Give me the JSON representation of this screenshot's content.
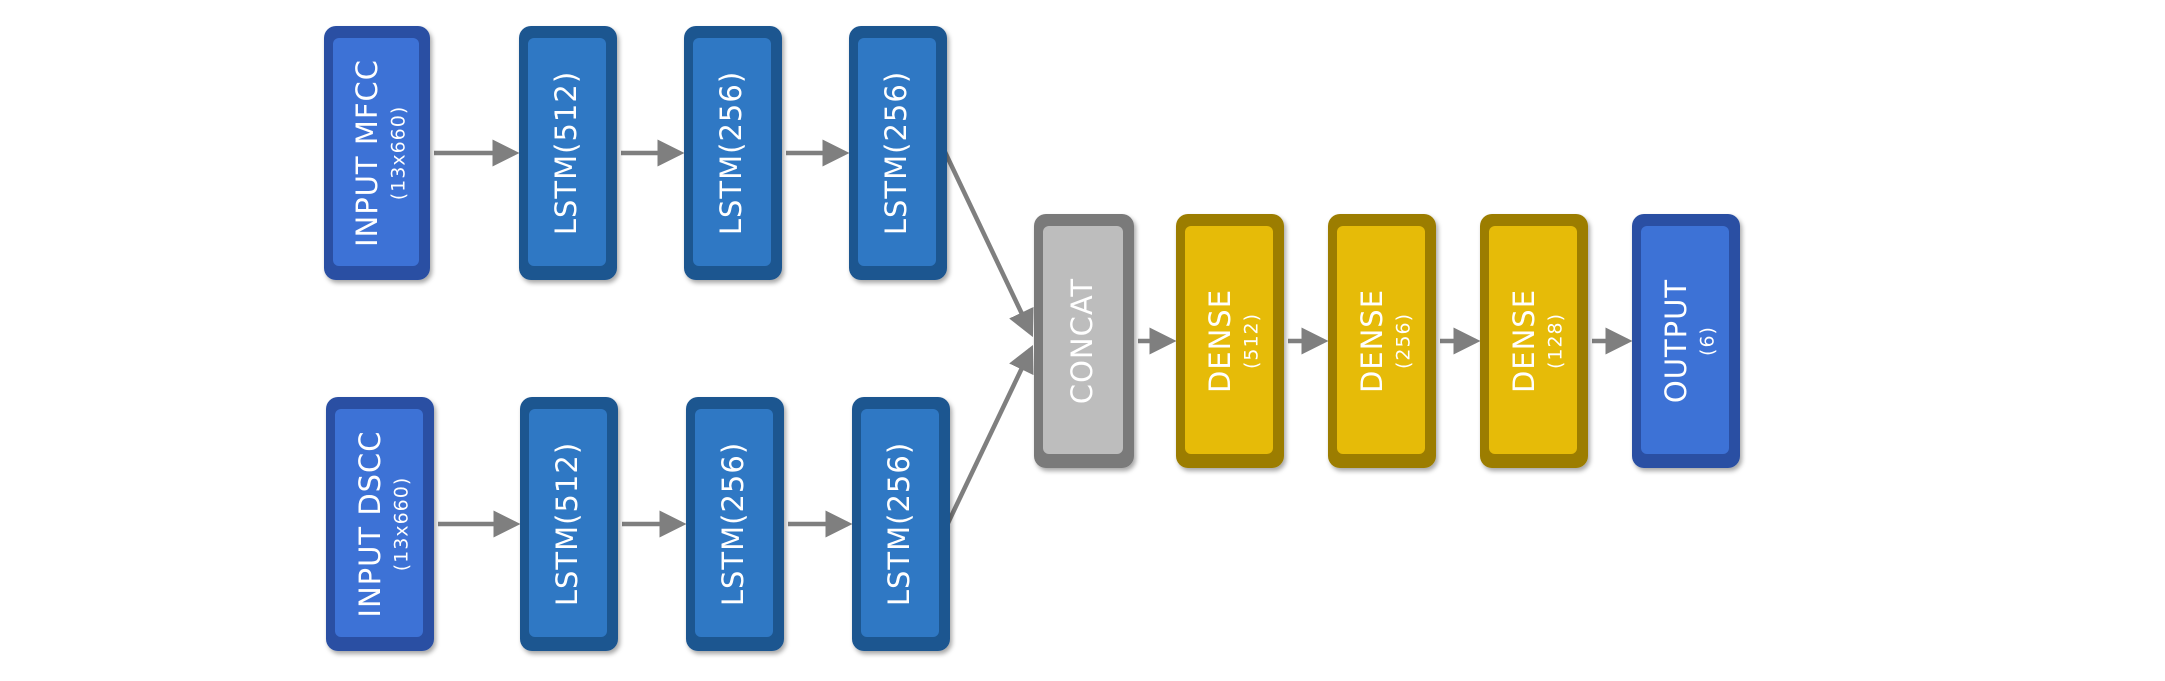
{
  "colors": {
    "input": "#3d72d6",
    "input_dark": "#2a4fa3",
    "lstm": "#2f78c4",
    "lstm_dark": "#1f5690",
    "concat": "#bdbdbd",
    "concat_dark": "#7a7a7a",
    "dense": "#e6bb08",
    "dense_dark": "#9c7d00",
    "output": "#3d72d6",
    "output_dark": "#2a4fa3",
    "arrow": "#7f7f7f"
  },
  "nodes": [
    {
      "id": "input-mfcc",
      "kind": "input",
      "label": "INPUT MFCC",
      "sub": "(13x660)"
    },
    {
      "id": "lstm-top-1",
      "kind": "lstm",
      "label": "LSTM(512)",
      "sub": ""
    },
    {
      "id": "lstm-top-2",
      "kind": "lstm",
      "label": "LSTM(256)",
      "sub": ""
    },
    {
      "id": "lstm-top-3",
      "kind": "lstm",
      "label": "LSTM(256)",
      "sub": ""
    },
    {
      "id": "input-dscc",
      "kind": "input",
      "label": "INPUT DSCC",
      "sub": "(13x660)"
    },
    {
      "id": "lstm-bottom-1",
      "kind": "lstm",
      "label": "LSTM(512)",
      "sub": ""
    },
    {
      "id": "lstm-bottom-2",
      "kind": "lstm",
      "label": "LSTM(256)",
      "sub": ""
    },
    {
      "id": "lstm-bottom-3",
      "kind": "lstm",
      "label": "LSTM(256)",
      "sub": ""
    },
    {
      "id": "concat",
      "kind": "concat",
      "label": "CONCAT",
      "sub": ""
    },
    {
      "id": "dense-1",
      "kind": "dense",
      "label": "DENSE",
      "sub": "(512)"
    },
    {
      "id": "dense-2",
      "kind": "dense",
      "label": "DENSE",
      "sub": "(256)"
    },
    {
      "id": "dense-3",
      "kind": "dense",
      "label": "DENSE",
      "sub": "(128)"
    },
    {
      "id": "output",
      "kind": "output",
      "label": "OUTPUT",
      "sub": "(6)"
    }
  ],
  "edges": [
    [
      "input-mfcc",
      "lstm-top-1"
    ],
    [
      "lstm-top-1",
      "lstm-top-2"
    ],
    [
      "lstm-top-2",
      "lstm-top-3"
    ],
    [
      "lstm-top-3",
      "concat"
    ],
    [
      "input-dscc",
      "lstm-bottom-1"
    ],
    [
      "lstm-bottom-1",
      "lstm-bottom-2"
    ],
    [
      "lstm-bottom-2",
      "lstm-bottom-3"
    ],
    [
      "lstm-bottom-3",
      "concat"
    ],
    [
      "concat",
      "dense-1"
    ],
    [
      "dense-1",
      "dense-2"
    ],
    [
      "dense-2",
      "dense-3"
    ],
    [
      "dense-3",
      "output"
    ]
  ]
}
